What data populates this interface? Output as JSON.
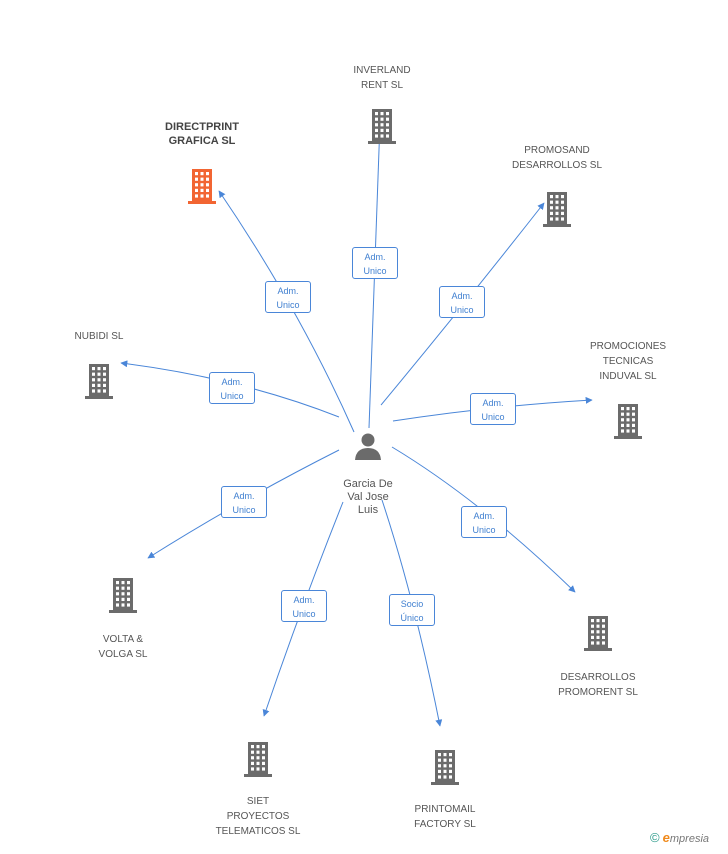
{
  "colors": {
    "edge": "#4a86d8",
    "building": "#6b6b6b",
    "building_highlight": "#f26532",
    "person": "#6b6b6b"
  },
  "person": {
    "name": "Garcia De\nVal Jose\nLuis",
    "icon": "person-icon"
  },
  "companies": [
    {
      "id": "inverland",
      "name": "INVERLAND\nRENT SL",
      "highlight": false,
      "relation": "Adm.\nUnico"
    },
    {
      "id": "directprint",
      "name": "DIRECTPRINT\nGRAFICA SL",
      "highlight": true,
      "relation": "Adm.\nUnico"
    },
    {
      "id": "promosand",
      "name": "PROMOSAND\nDESARROLLOS SL",
      "highlight": false,
      "relation": "Adm.\nUnico"
    },
    {
      "id": "nubidi",
      "name": "NUBIDI SL",
      "highlight": false,
      "relation": "Adm.\nUnico"
    },
    {
      "id": "promociones",
      "name": "PROMOCIONES\nTECNICAS\nINDUVAL SL",
      "highlight": false,
      "relation": "Adm.\nUnico"
    },
    {
      "id": "volta",
      "name": "VOLTA &\nVOLGA SL",
      "highlight": false,
      "relation": "Adm.\nUnico"
    },
    {
      "id": "desarrollos",
      "name": "DESARROLLOS\nPROMORENT SL",
      "highlight": false,
      "relation": "Adm.\nUnico"
    },
    {
      "id": "siet",
      "name": "SIET\nPROYECTOS\nTELEMATICOS SL",
      "highlight": false,
      "relation": "Adm.\nUnico"
    },
    {
      "id": "printomail",
      "name": "PRINTOMAIL\nFACTORY  SL",
      "highlight": false,
      "relation": "Socio\nÚnico"
    }
  ],
  "footer": {
    "copyright": "©",
    "brand_e": "e",
    "brand_rest": "mpresia"
  }
}
